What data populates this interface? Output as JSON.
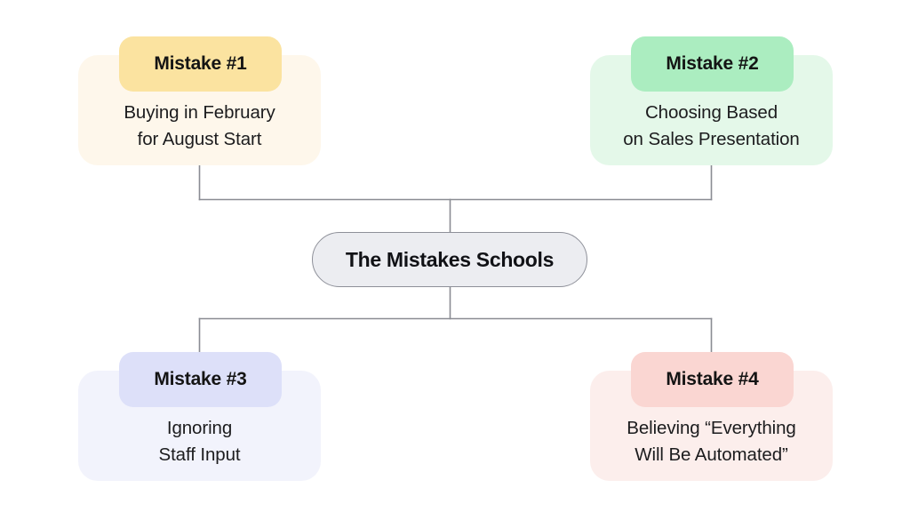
{
  "diagram": {
    "title": "The Mistakes Schools",
    "center": {
      "label": "The Mistakes Schools",
      "fill": "#ECEDF1",
      "border": "#8E9099"
    },
    "connector_color": "#8A8C93",
    "nodes": [
      {
        "id": "mistake-1",
        "heading": "Mistake #1",
        "body": "Buying in February\nfor August Start",
        "pill_color": "#FBE3A0",
        "card_color": "#FEF7EB",
        "position": "top-left"
      },
      {
        "id": "mistake-2",
        "heading": "Mistake #2",
        "body": "Choosing Based\non Sales Presentation",
        "pill_color": "#ABEDC0",
        "card_color": "#E4F8E9",
        "position": "top-right"
      },
      {
        "id": "mistake-3",
        "heading": "Mistake #3",
        "body": "Ignoring\nStaff Input",
        "pill_color": "#DDE0F9",
        "card_color": "#F2F3FC",
        "position": "bottom-left"
      },
      {
        "id": "mistake-4",
        "heading": "Mistake #4",
        "body": "Believing “Everything\nWill Be Automated”",
        "pill_color": "#FAD6D2",
        "card_color": "#FCEEEC",
        "position": "bottom-right"
      }
    ]
  }
}
